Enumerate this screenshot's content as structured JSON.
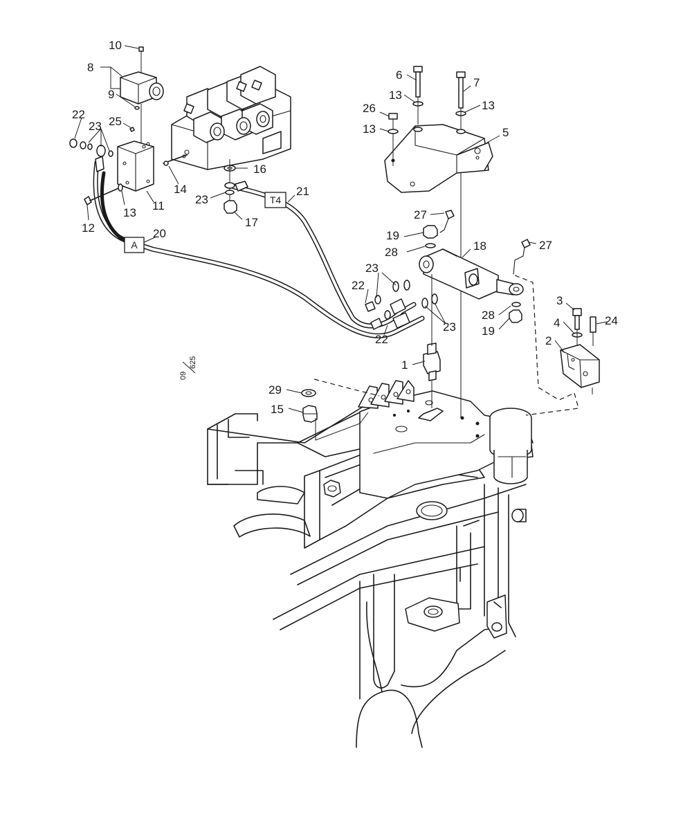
{
  "callouts": {
    "c1": "1",
    "c2": "2",
    "c3": "3",
    "c4": "4",
    "c5": "5",
    "c6": "6",
    "c7": "7",
    "c8": "8",
    "c9": "9",
    "c10": "10",
    "c11": "11",
    "c12": "12",
    "c13a": "13",
    "c13b": "13",
    "c13c": "13",
    "c13d": "13",
    "c14": "14",
    "c15": "15",
    "c16": "16",
    "c17": "17",
    "c18": "18",
    "c19a": "19",
    "c19b": "19",
    "c20": "20",
    "c21": "21",
    "c22a": "22",
    "c22b": "22",
    "c22c": "22",
    "c23a": "23",
    "c23b": "23",
    "c23c": "23",
    "c23d": "23",
    "c24": "24",
    "c25": "25",
    "c26": "26",
    "c27a": "27",
    "c27b": "27",
    "c28a": "28",
    "c28b": "28",
    "c29": "29"
  },
  "port_labels": {
    "a": "A",
    "t4": "T4"
  },
  "drawing_ref": {
    "top": "09",
    "bottom": "625"
  }
}
